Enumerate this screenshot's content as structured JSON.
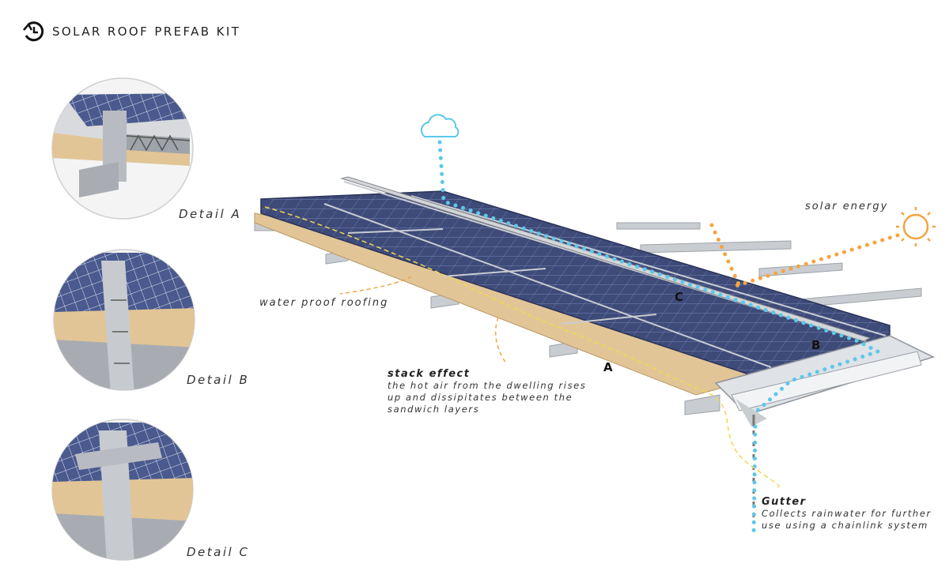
{
  "header": {
    "title": "SOLAR ROOF PREFAB KIT",
    "icon": "clock-rewind-icon"
  },
  "details": [
    {
      "label": "Detail A"
    },
    {
      "label": "Detail B"
    },
    {
      "label": "Detail C"
    }
  ],
  "labels": {
    "solar_energy": "solar energy",
    "water_proof_roofing": "water proof roofing",
    "letter_a": "A",
    "letter_b": "B",
    "letter_c": "C"
  },
  "stack_effect": {
    "heading": "stack effect",
    "lines": [
      "the hot air from the dwelling rises",
      "up and dissipitates between the",
      "sandwich layers"
    ]
  },
  "gutter": {
    "heading": "Gutter",
    "lines": [
      "Collects rainwater for further",
      "use using a chainlink system"
    ]
  },
  "colors": {
    "rain": "#5bc8ea",
    "sun": "#f4a540",
    "leader": "#f0e070",
    "panel": "#3e4a78",
    "steel": "#c9cdd2",
    "wood": "#e2c597"
  }
}
